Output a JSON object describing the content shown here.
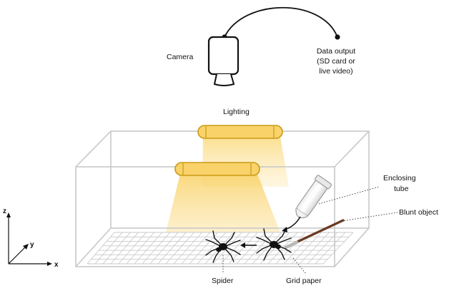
{
  "labels": {
    "camera": "Camera",
    "data_output": [
      "Data output",
      "(SD card or",
      "live video)"
    ],
    "lighting": "Lighting",
    "enclosing_tube": [
      "Enclosing",
      "tube"
    ],
    "blunt_object": "Blunt object",
    "spider": "Spider",
    "grid_paper": "Grid paper"
  },
  "axes": {
    "z": "z",
    "y": "y",
    "x": "x"
  },
  "colors": {
    "light_fill": "#f9d468",
    "light_stroke": "#c99a14",
    "beam": "#fbe3a2",
    "frame": "#c8c8c8",
    "ink": "#111111"
  },
  "icons": [
    "camera-icon",
    "lamp-icon",
    "spider-icon",
    "tube-icon",
    "brush-icon",
    "axes-icon"
  ]
}
